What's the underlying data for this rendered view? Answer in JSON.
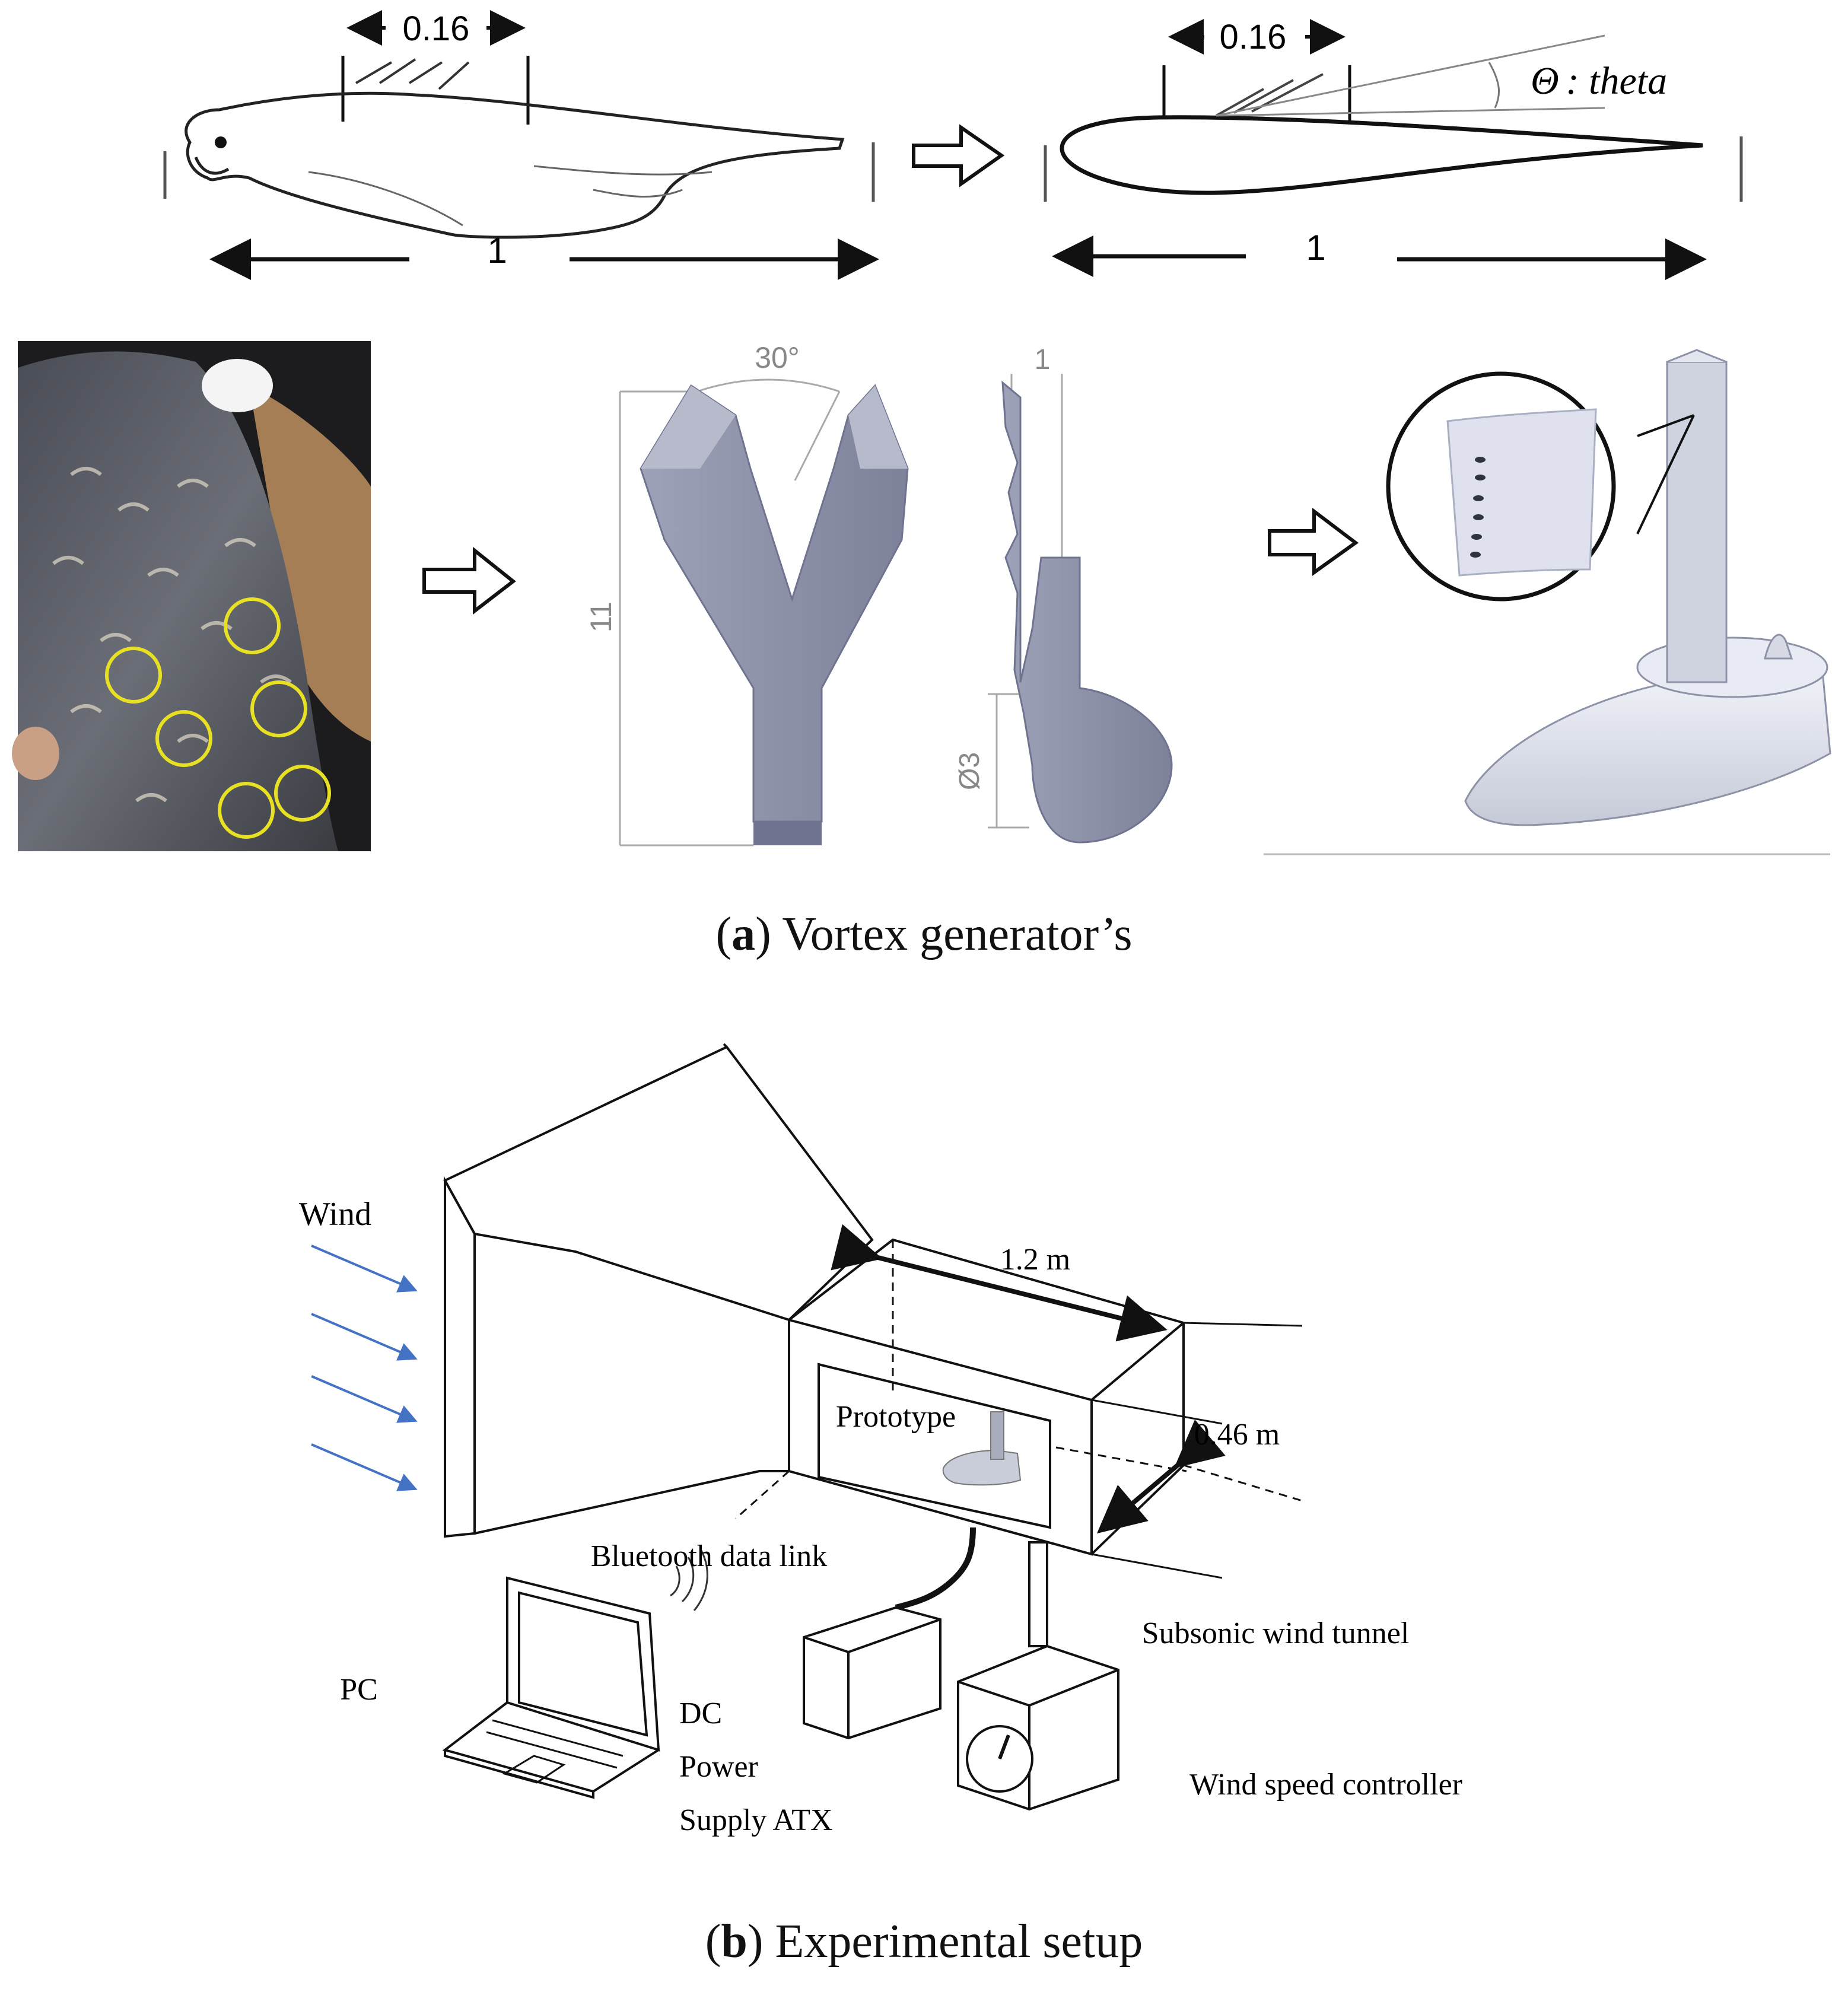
{
  "panel_a": {
    "bird_chord_label": "0.16",
    "bird_length_label": "1",
    "airfoil_chord_label": "0.16",
    "airfoil_length_label": "1",
    "theta_symbol": "Θ",
    "theta_rest": ": theta",
    "angle_label": "30°",
    "length_11_label": "11",
    "thickness_1_label": "1",
    "diameter_label": "Ø3",
    "caption_letter": "a",
    "caption_text": " Vortex generator’s"
  },
  "panel_b": {
    "wind_label": "Wind",
    "length_label": "1.2 m",
    "prototype_label": "Prototype",
    "height_label": "0.46 m",
    "bluetooth_label": "Bluetooth data link",
    "subsonic_label": "Subsonic wind tunnel",
    "pc_label": "PC",
    "dc_line1": "DC",
    "dc_line2": "Power",
    "dc_line3": "Supply ATX",
    "controller_label": "Wind speed controller",
    "caption_letter": "b",
    "caption_text": " Experimental setup"
  },
  "colors": {
    "wind_arrow": "#4472c4",
    "feather_circle": "#e8e023",
    "part_fill": "#8a8ea6",
    "part_light": "#c9ccd9"
  }
}
